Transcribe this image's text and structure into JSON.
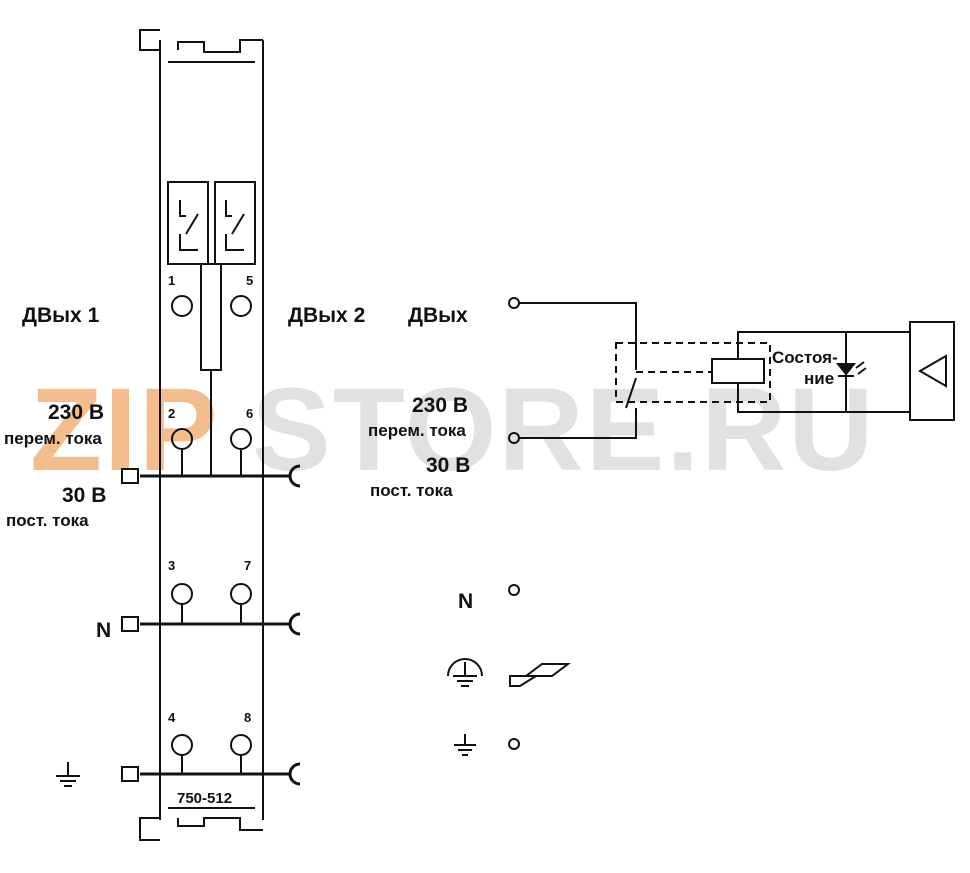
{
  "watermark": {
    "prefix": "ZIP",
    "suffix": "STORE.RU",
    "prefix_color": "#f3b27a",
    "suffix_color": "#dcdcdc"
  },
  "module": {
    "model": "750-512",
    "pins": [
      "1",
      "5",
      "2",
      "6",
      "3",
      "7",
      "4",
      "8"
    ]
  },
  "left_labels": {
    "out1": "ДВых 1",
    "out2": "ДВых 2",
    "ac_voltage": "230 В",
    "ac_type": "перем. тока",
    "dc_voltage": "30 В",
    "dc_type": "пост. тока",
    "neutral": "N"
  },
  "schematic": {
    "out": "ДВых",
    "ac_voltage": "230 В",
    "ac_type": "перем. тока",
    "dc_voltage": "30 В",
    "dc_type": "пост. тока",
    "status_line1": "Состоя-",
    "status_line2": "ние",
    "neutral": "N"
  },
  "colors": {
    "line": "#111111",
    "wm_orange": "#f3b27a",
    "wm_grey": "#dcdcdc"
  }
}
